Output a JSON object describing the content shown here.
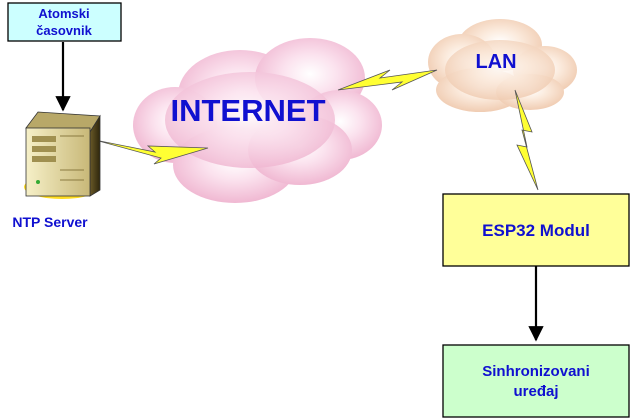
{
  "labels": {
    "atomic_clock_line1": "Atomski",
    "atomic_clock_line2": "časovnik",
    "ntp_server": "NTP Server",
    "internet": "INTERNET",
    "lan": "LAN",
    "esp32": "ESP32 Modul",
    "device_line1": "Sinhronizovani",
    "device_line2": "uređaj"
  },
  "colors": {
    "text_blue": "#1010d0",
    "atomic_clock_fill": "#ccffff",
    "esp32_fill": "#ffff99",
    "device_fill": "#ccffcc",
    "lightning_fill": "#ffff33",
    "internet_cloud": "#f4c6dc",
    "lan_cloud": "#f6dcc8"
  },
  "icons": {
    "server": "server-tower-icon",
    "link": "lightning-bolt-icon",
    "network": "cloud-icon"
  }
}
